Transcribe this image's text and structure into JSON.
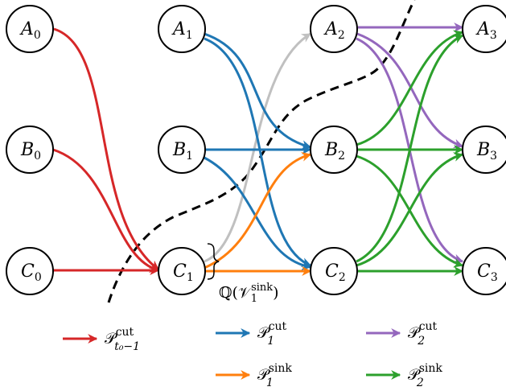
{
  "nodes": [
    {
      "id": "A0",
      "base": "A",
      "sub": "0"
    },
    {
      "id": "B0",
      "base": "B",
      "sub": "0"
    },
    {
      "id": "C0",
      "base": "C",
      "sub": "0"
    },
    {
      "id": "A1",
      "base": "A",
      "sub": "1"
    },
    {
      "id": "B1",
      "base": "B",
      "sub": "1"
    },
    {
      "id": "C1",
      "base": "C",
      "sub": "1"
    },
    {
      "id": "A2",
      "base": "A",
      "sub": "2"
    },
    {
      "id": "B2",
      "base": "B",
      "sub": "2"
    },
    {
      "id": "C2",
      "base": "C",
      "sub": "2"
    },
    {
      "id": "A3",
      "base": "A",
      "sub": "3"
    },
    {
      "id": "B3",
      "base": "B",
      "sub": "3"
    },
    {
      "id": "C3",
      "base": "C",
      "sub": "3"
    }
  ],
  "colors": {
    "cut_prev": "#d62728",
    "cut_1": "#1f77b4",
    "sink_1": "#ff7f0e",
    "cut_2": "#9467bd",
    "sink_2": "#2ca02c",
    "other": "#c0c0c0",
    "boundary": "#000000"
  },
  "brace_label": {
    "main": "ℚ(𝒱",
    "sub": "1",
    "sup": "sink",
    "close": ")"
  },
  "legend": [
    {
      "key": "cut_prev",
      "main": "𝒫",
      "sup": "cut",
      "sub": "t₀−1"
    },
    {
      "key": "cut_1",
      "main": "𝒫",
      "sup": "cut",
      "sub": "1"
    },
    {
      "key": "cut_2",
      "main": "𝒫",
      "sup": "cut",
      "sub": "2"
    },
    {
      "key": "sink_1",
      "main": "𝒫",
      "sup": "sink",
      "sub": "1"
    },
    {
      "key": "sink_2",
      "main": "𝒫",
      "sup": "sink",
      "sub": "2"
    }
  ]
}
